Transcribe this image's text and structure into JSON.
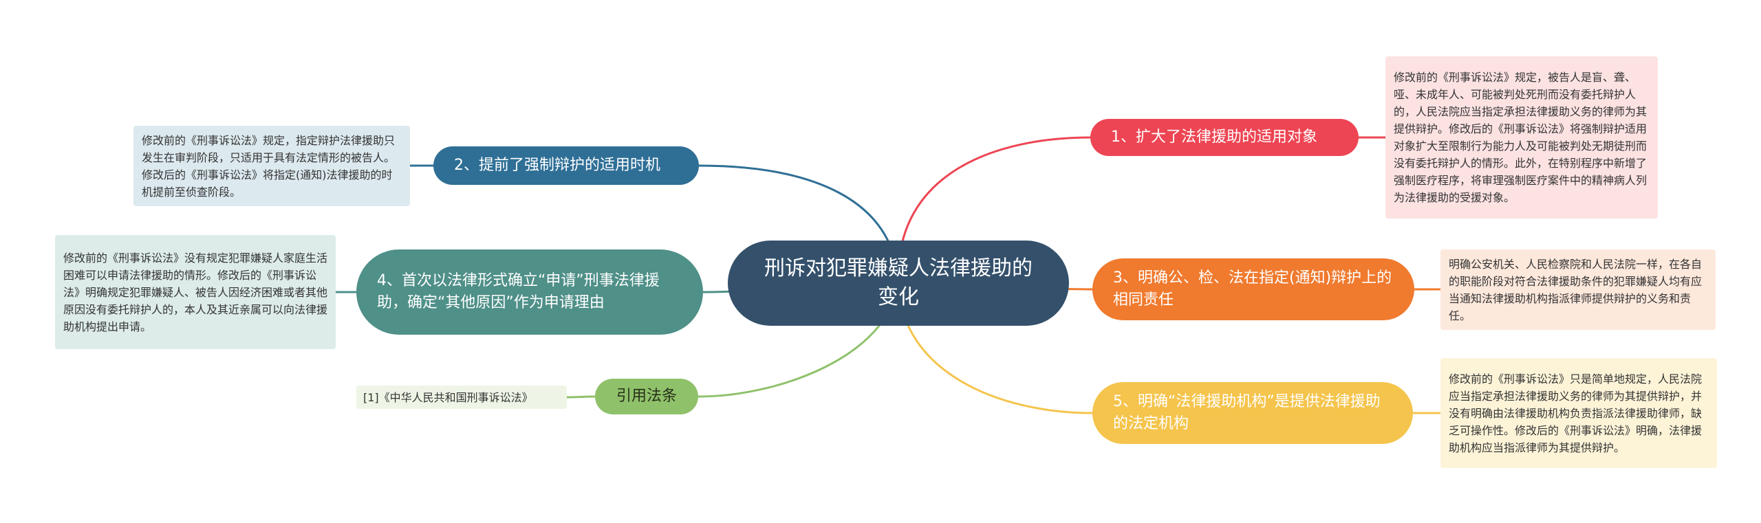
{
  "center": {
    "title": "刑诉对犯罪嫌疑人法律援助的变化"
  },
  "branches": {
    "b1": {
      "label": "1、扩大了法律援助的适用对象",
      "color": "#ed4553"
    },
    "b2": {
      "label": "2、提前了强制辩护的适用时机",
      "color": "#2f6f96"
    },
    "b3": {
      "label": "3、明确公、检、法在指定(通知)辩护上的相同责任",
      "color": "#f07a2e"
    },
    "b4": {
      "label": "4、首次以法律形式确立“申请”刑事法律援助，确定“其他原因”作为申请理由",
      "color": "#4f9088"
    },
    "b5": {
      "label": "5、明确“法律援助机构”是提供法律援助的法定机构",
      "color": "#f5c44c"
    },
    "b6": {
      "label": "引用法条",
      "color": "#8fc16a"
    }
  },
  "leaves": {
    "l1": "修改前的《刑事诉讼法》规定，被告人是盲、聋、哑、未成年人、可能被判处死刑而没有委托辩护人的，人民法院应当指定承担法律援助义务的律师为其提供辩护。修改后的《刑事诉讼法》将强制辩护适用对象扩大至限制行为能力人及可能被判处无期徒刑而没有委托辩护人的情形。此外，在特别程序中新增了强制医疗程序，将审理强制医疗案件中的精神病人列为法律援助的受援对象。",
    "l2": "修改前的《刑事诉讼法》规定，指定辩护法律援助只发生在审判阶段，只适用于具有法定情形的被告人。修改后的《刑事诉讼法》将指定(通知)法律援助的时机提前至侦查阶段。",
    "l3": "明确公安机关、人民检察院和人民法院一样，在各自的职能阶段对符合法律援助条件的犯罪嫌疑人均有应当通知法律援助机构指派律师提供辩护的义务和责任。",
    "l4": "修改前的《刑事诉讼法》没有规定犯罪嫌疑人家庭生活困难可以申请法律援助的情形。修改后的《刑事诉讼法》明确规定犯罪嫌疑人、被告人因经济困难或者其他原因没有委托辩护人的，本人及其近亲属可以向法律援助机构提出申请。",
    "l5": "修改前的《刑事诉讼法》只是简单地规定，人民法院应当指定承担法律援助义务的律师为其提供辩护，并没有明确由法律援助机构负责指派法律援助律师，缺乏可操作性。修改后的《刑事诉讼法》明确，法律援助机构应当指派律师为其提供辩护。",
    "l6": "[1]《中华人民共和国刑事诉讼法》"
  }
}
